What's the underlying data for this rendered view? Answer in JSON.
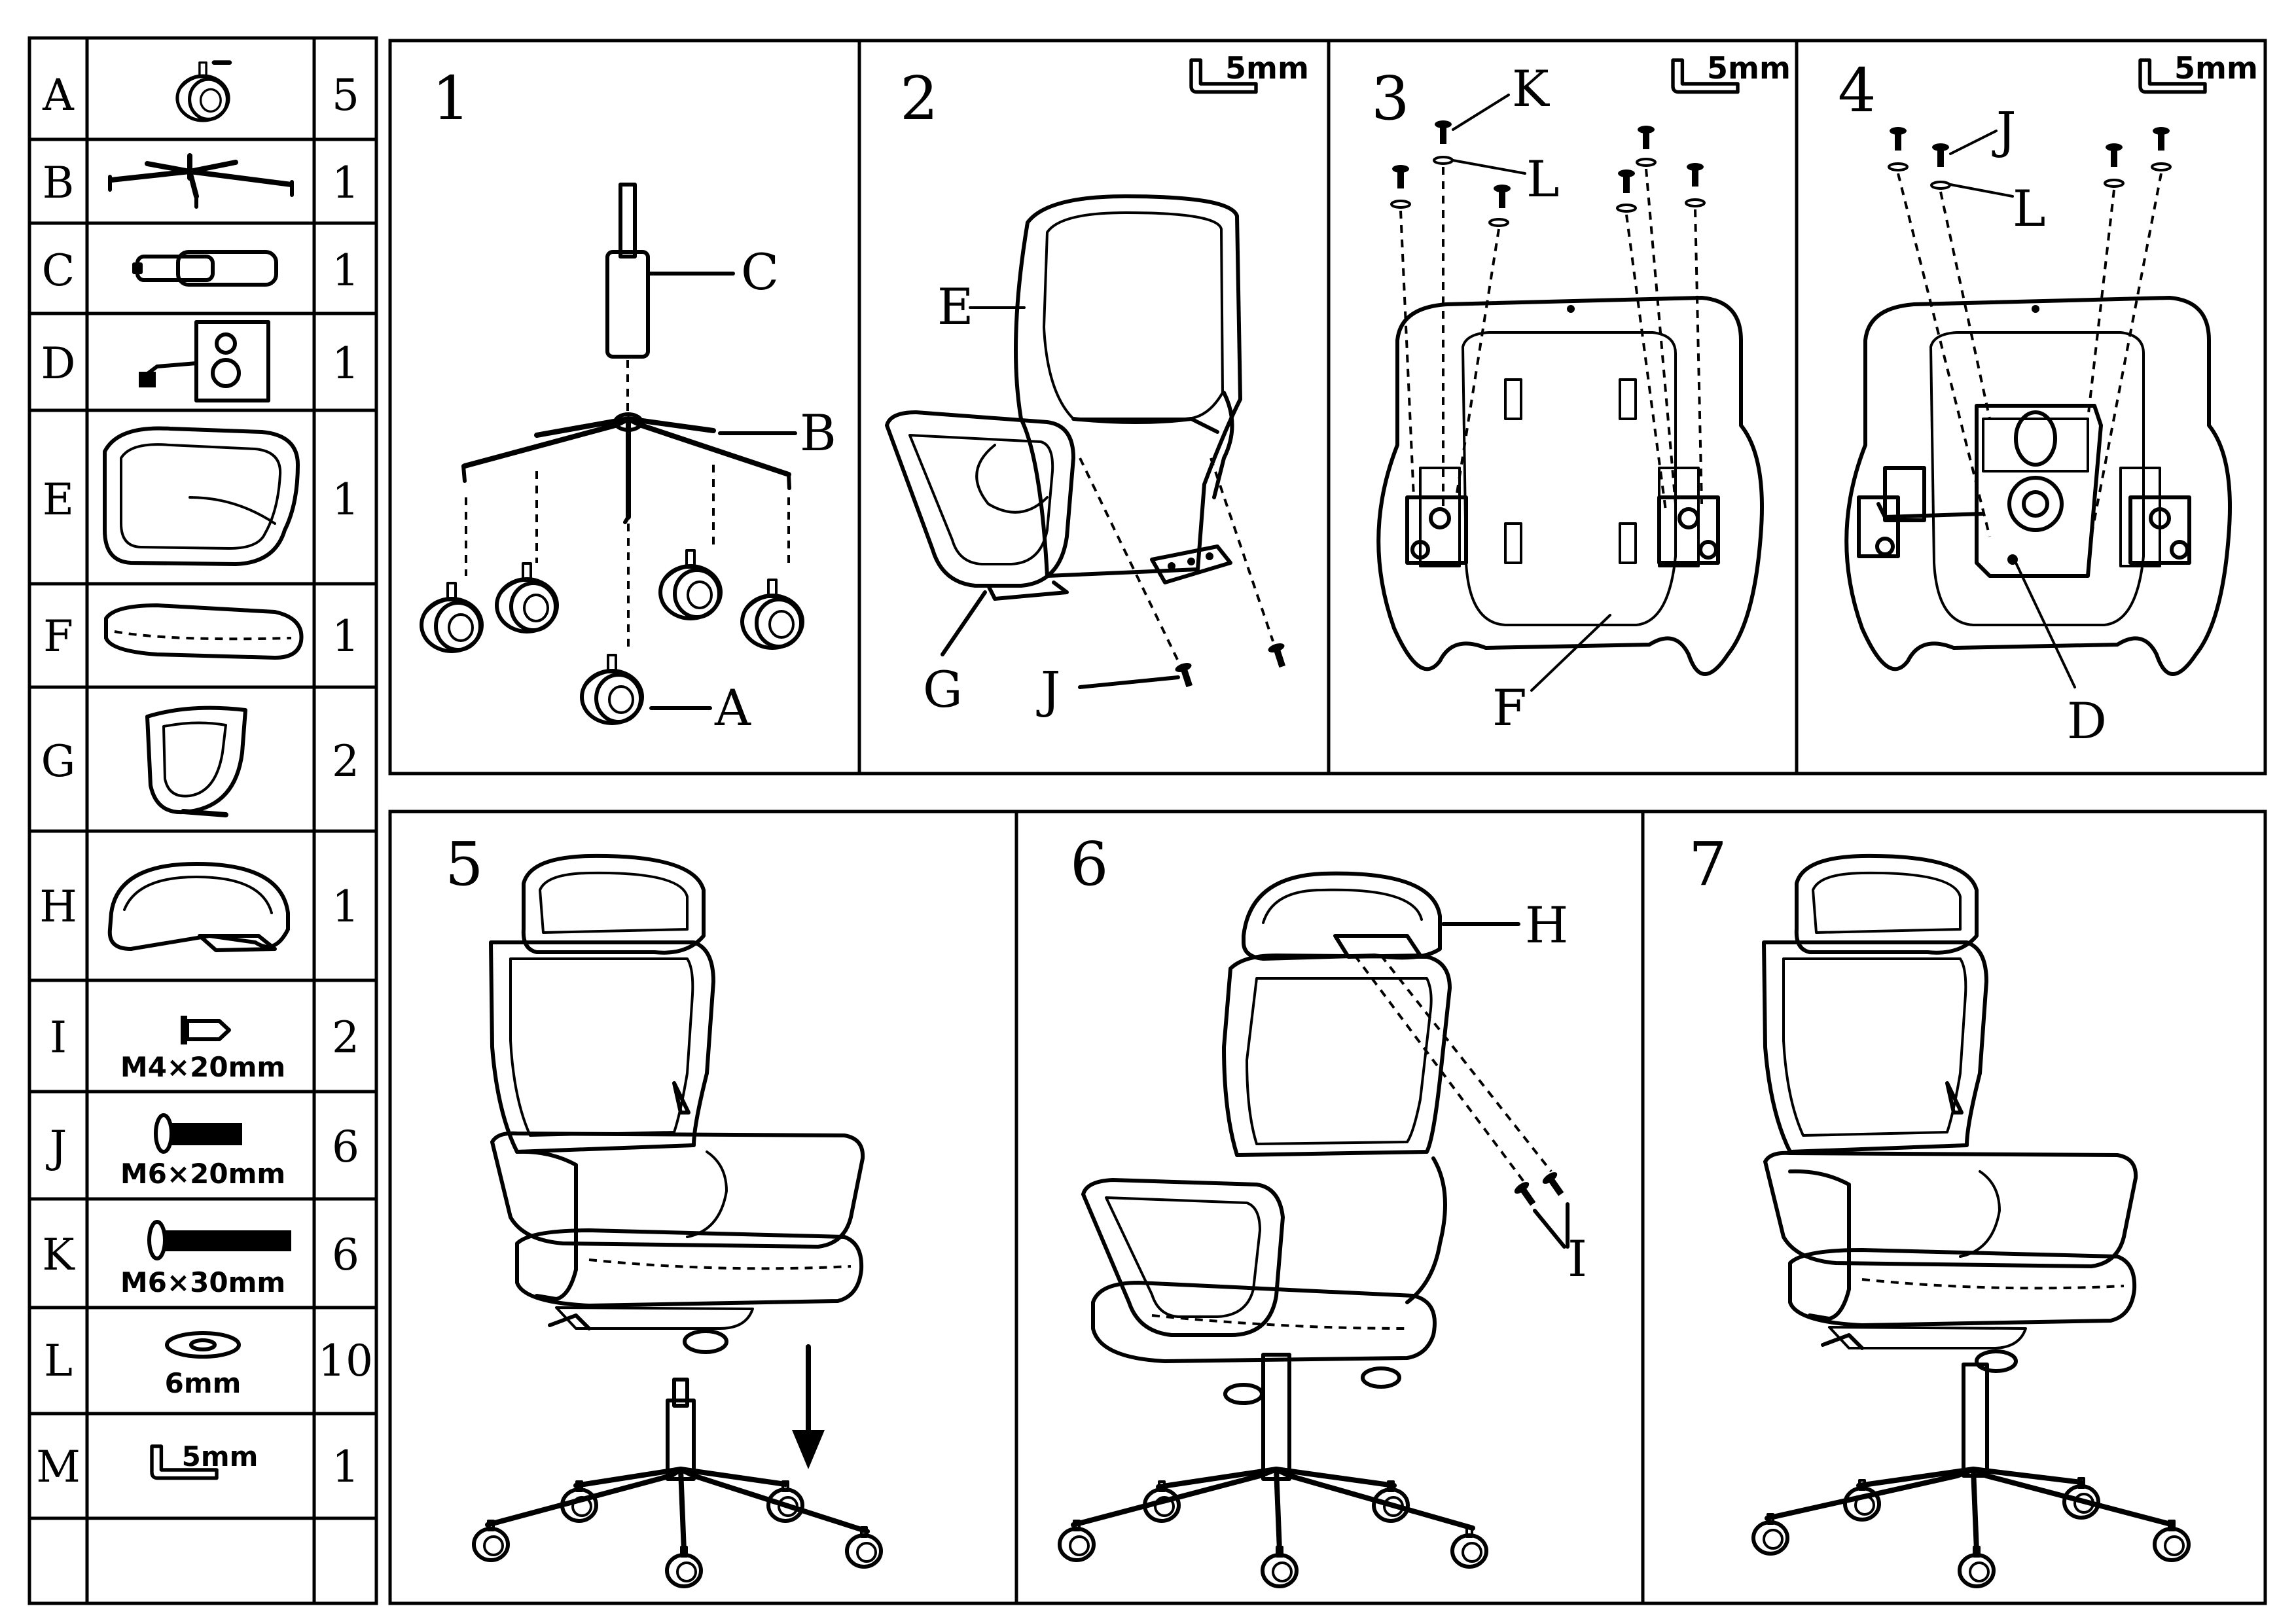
{
  "parts": [
    {
      "letter": "A",
      "qty": "5",
      "icon": "caster-wheel-icon"
    },
    {
      "letter": "B",
      "qty": "1",
      "icon": "star-base-icon"
    },
    {
      "letter": "C",
      "qty": "1",
      "icon": "gas-lift-icon"
    },
    {
      "letter": "D",
      "qty": "1",
      "icon": "tilt-mechanism-icon"
    },
    {
      "letter": "E",
      "qty": "1",
      "icon": "backrest-icon"
    },
    {
      "letter": "F",
      "qty": "1",
      "icon": "seat-cushion-icon"
    },
    {
      "letter": "G",
      "qty": "2",
      "icon": "armrest-icon"
    },
    {
      "letter": "H",
      "qty": "1",
      "icon": "headrest-icon"
    },
    {
      "letter": "I",
      "qty": "2",
      "icon": "wood-screw-icon",
      "spec": "M4×20mm"
    },
    {
      "letter": "J",
      "qty": "6",
      "icon": "bolt-short-icon",
      "spec": "M6×20mm"
    },
    {
      "letter": "K",
      "qty": "6",
      "icon": "bolt-long-icon",
      "spec": "M6×30mm"
    },
    {
      "letter": "L",
      "qty": "10",
      "icon": "washer-icon",
      "spec": "6mm"
    },
    {
      "letter": "M",
      "qty": "1",
      "icon": "allen-key-icon",
      "spec": "5mm"
    },
    {
      "letter": "",
      "qty": "",
      "icon": ""
    }
  ],
  "steps": {
    "s1": {
      "number": "1",
      "callouts": {
        "c": "C",
        "b": "B",
        "a": "A"
      }
    },
    "s2": {
      "number": "2",
      "tool": "5mm",
      "callouts": {
        "e": "E",
        "g": "G",
        "j": "J"
      }
    },
    "s3": {
      "number": "3",
      "tool": "5mm",
      "callouts": {
        "k": "K",
        "l": "L",
        "f": "F"
      }
    },
    "s4": {
      "number": "4",
      "tool": "5mm",
      "callouts": {
        "j": "J",
        "l": "L",
        "d": "D"
      }
    },
    "s5": {
      "number": "5"
    },
    "s6": {
      "number": "6",
      "callouts": {
        "h": "H",
        "i": "I"
      }
    },
    "s7": {
      "number": "7"
    }
  }
}
